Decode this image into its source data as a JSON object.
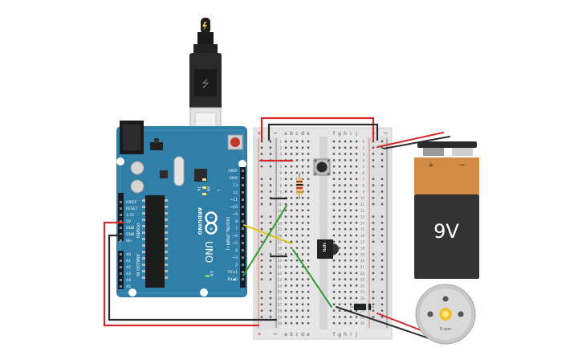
{
  "arduino": {
    "brand": "ARDUINO",
    "model": "UNO",
    "power_header_labels": [
      "IOREF",
      "RESET",
      "3.3V",
      "5V",
      "GND",
      "GND",
      "Vin"
    ],
    "power_label": "POWER",
    "analog_header_labels": [
      "A0",
      "A1",
      "A2",
      "A3",
      "A4",
      "A5"
    ],
    "analog_label": "ANALOG IN",
    "digital_header_labels": [
      "AREF",
      "GND",
      "13",
      "12",
      "~11",
      "~10",
      "~9",
      "8",
      "7",
      "~6",
      "~5",
      "4",
      "~3",
      "2",
      "TX➔1",
      "RX◀0"
    ],
    "digital_label": "DIGITAL (PWM~)",
    "led_labels": [
      "L",
      "TX",
      "RX"
    ],
    "on_label": "ON",
    "reset_button": "reset-button"
  },
  "breadboard": {
    "column_letters_left": [
      "a",
      "b",
      "c",
      "d",
      "e"
    ],
    "column_letters_right": [
      "f",
      "g",
      "h",
      "i",
      "j"
    ],
    "rail_plus": "+",
    "rail_minus": "−",
    "row_count": 30
  },
  "transistor": {
    "label": "NPN"
  },
  "battery": {
    "label": "9V",
    "plus": "+",
    "minus": "−"
  },
  "motor": {
    "label": "0 rpm"
  },
  "colors": {
    "arduino": "#2f7fa8",
    "wire_red": "#d42a2a",
    "wire_black": "#2b2b2b",
    "wire_green": "#2e9a2e",
    "wire_yellow": "#e2c40f",
    "battery_top": "#d38a44",
    "battery_body": "#333333"
  }
}
